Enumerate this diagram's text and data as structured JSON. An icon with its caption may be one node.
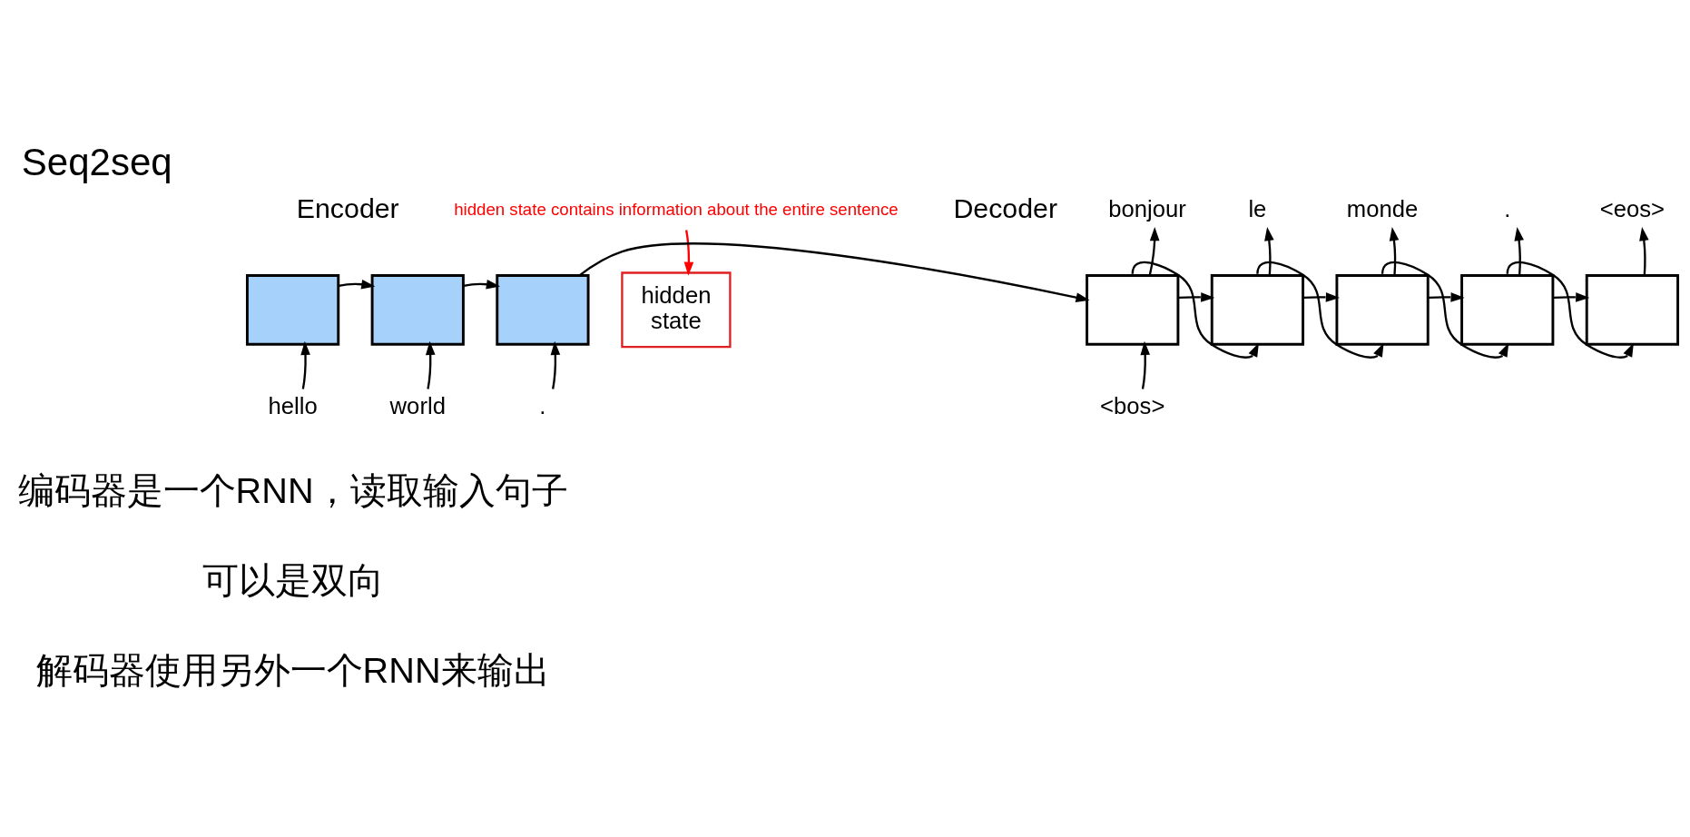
{
  "diagram": {
    "title": "Seq2seq",
    "nodes": [
      {
        "text": [
          "hidden state contains information about the entire sentence"
        ]
      },
      {
        "text": [
          "bonjour"
        ]
      },
      {
        "text": [
          "le"
        ]
      },
      {
        "text": [
          "monde"
        ]
      },
      {
        "text": [
          "."
        ]
      },
      {
        "text": [
          "<eos>"
        ]
      },
      {
        "text": [],
        "shape": "box"
      },
      {
        "text": [],
        "shape": "box"
      },
      {
        "text": [],
        "shape": "box"
      },
      {
        "text": [
          "hidden state"
        ]
      },
      {
        "text": [],
        "shape": "box"
      },
      {
        "text": [],
        "shape": "box"
      },
      {
        "text": [],
        "shape": "box"
      },
      {
        "text": [],
        "shape": "box"
      },
      {
        "text": [],
        "shape": "box"
      },
      {
        "text": [
          "hello"
        ]
      },
      {
        "text": [
          "world"
        ]
      },
      {
        "text": [
          "."
        ]
      },
      {
        "text": [
          "<bos>"
        ]
      }
    ],
    "edges": [
      {
        "from": 15,
        "to": 6,
        "arrow": "to"
      },
      {
        "from": 16,
        "to": 7,
        "arrow": "to"
      },
      {
        "from": 17,
        "to": 8,
        "arrow": "to"
      },
      {
        "from": 6,
        "to": 7,
        "arrow": "to"
      },
      {
        "from": 7,
        "to": 8,
        "arrow": "to"
      },
      {
        "from": 8,
        "to": 10,
        "arrow": "to"
      },
      {
        "from": 18,
        "to": 10,
        "arrow": "to"
      },
      {
        "from": 10,
        "to": 1,
        "arrow": "to"
      },
      {
        "from": 11,
        "to": 2,
        "arrow": "to"
      },
      {
        "from": 12,
        "to": 3,
        "arrow": "to"
      },
      {
        "from": 13,
        "to": 4,
        "arrow": "to"
      },
      {
        "from": 14,
        "to": 5,
        "arrow": "to"
      },
      {
        "from": 10,
        "to": 11,
        "arrow": "to"
      },
      {
        "from": 11,
        "to": 12,
        "arrow": "to"
      },
      {
        "from": 12,
        "to": 13,
        "arrow": "to"
      },
      {
        "from": 13,
        "to": 14,
        "arrow": "to"
      },
      {
        "from": 10,
        "to": 11,
        "arrow": "to"
      },
      {
        "from": 11,
        "to": 12,
        "arrow": "to"
      },
      {
        "from": 12,
        "to": 13,
        "arrow": "to"
      },
      {
        "from": 13,
        "to": 14,
        "arrow": "to"
      },
      {
        "from": 0,
        "to": 9,
        "arrow": "to",
        "color": "#ff0000"
      }
    ],
    "labels": [
      "Encoder",
      "Decoder",
      "编码器是一个RNN，读取输入句子",
      "可以是双向",
      "解码器使用另外一个RNN来输出"
    ]
  }
}
